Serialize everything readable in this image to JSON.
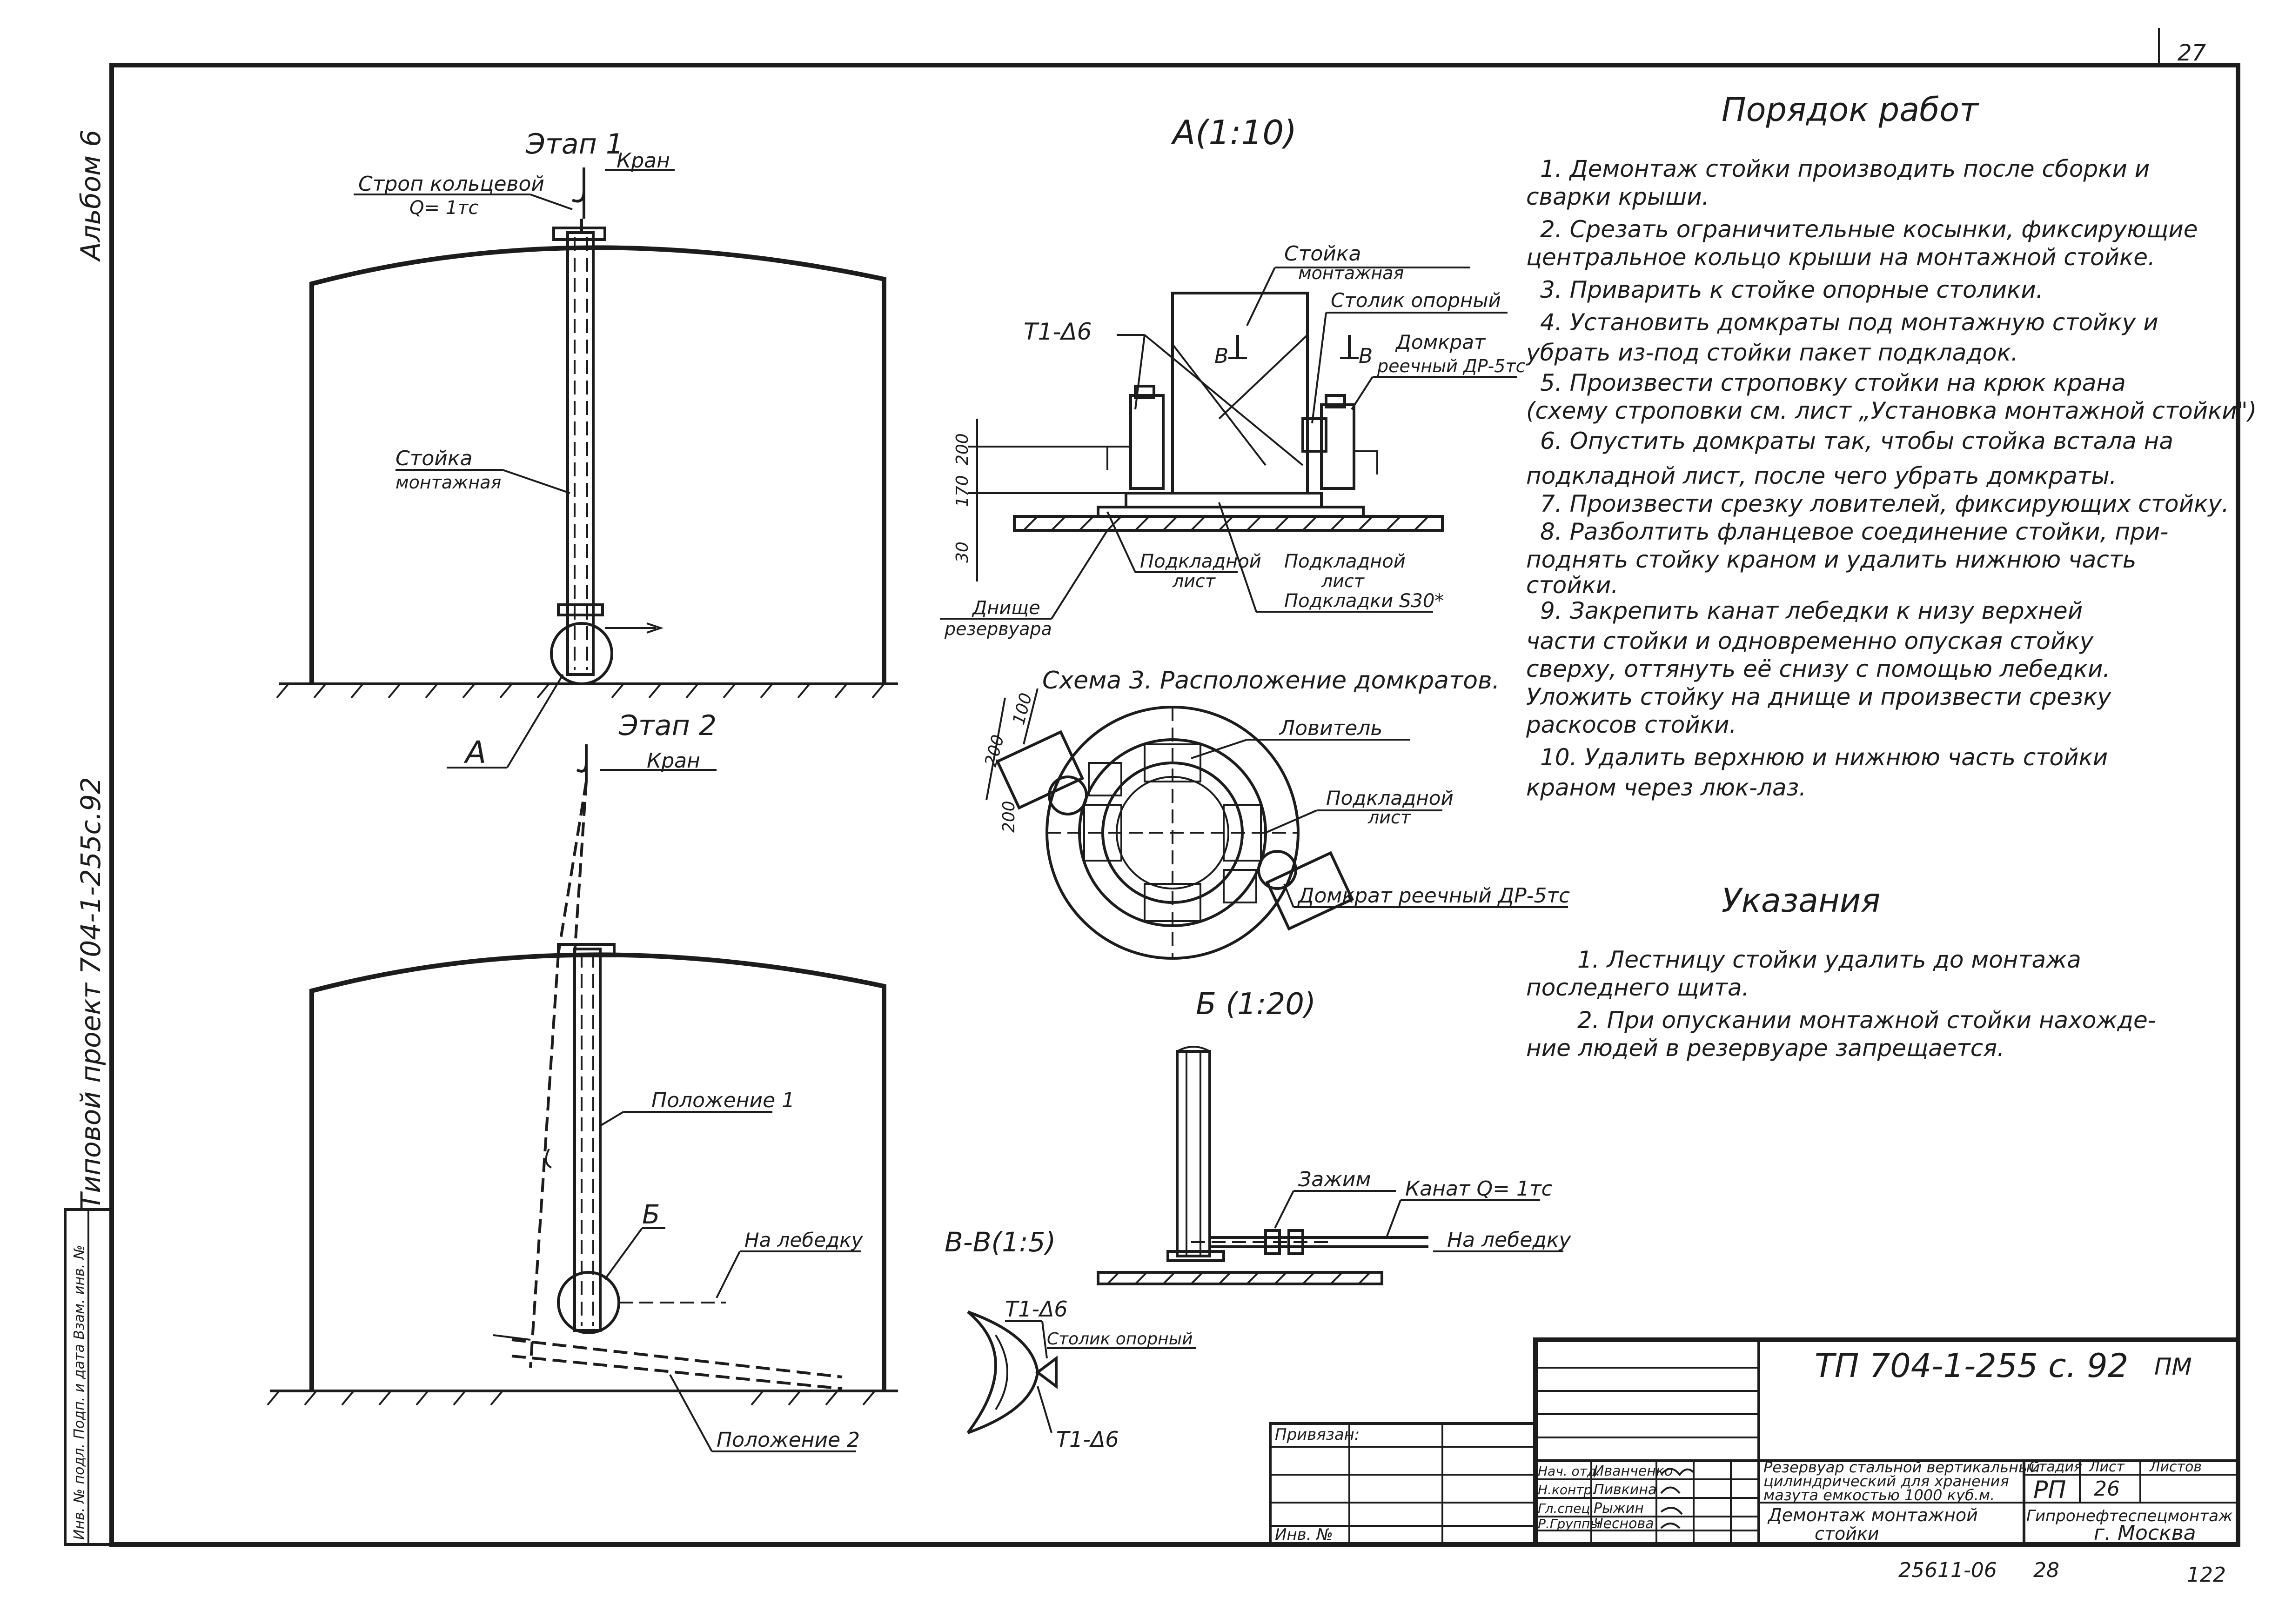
{
  "sheet": {
    "page_number_top": "27",
    "page_number_bottom": "122",
    "album": "Альбом 6",
    "project": "Типовой проект 704-1-255с.92",
    "stamp_left": "Инв. № подл.   Подп. и дата   Взам. инв. №"
  },
  "stage1": {
    "title": "Этап 1",
    "crane": "Кран",
    "sling": "Строп кольцевой",
    "sling_q": "Q= 1тс",
    "column": "Стойка",
    "column2": "монтажная",
    "callout_a": "А"
  },
  "stage2": {
    "title": "Этап 2",
    "crane": "Кран",
    "position1": "Положение 1",
    "position2": "Положение 2",
    "callout_b": "Б",
    "to_winch": "На лебедку"
  },
  "detail_a": {
    "title": "А(1:10)",
    "column": "Стойка",
    "column2": "монтажная",
    "support_post": "Столик опорный",
    "jack": "Домкрат",
    "jack2": "реечный ДР-5тс",
    "weld": "Т1-Δ6",
    "section": "В",
    "base_plate": "Подкладной",
    "base_plate2": "лист",
    "base_plate_r": "Подкладной",
    "base_plate_r2": "лист",
    "shims": "Подкладки S30*",
    "bottom": "Днище",
    "bottom2": "резервуара",
    "dim_170": "170",
    "dim_200": "200",
    "dim_30": "30"
  },
  "scheme3": {
    "title": "Схема 3. Расположение домкратов.",
    "catcher": "Ловитель",
    "base_plate": "Подкладной",
    "base_plate2": "лист",
    "jack": "Домкрат реечный ДР-5тс",
    "dim_200a": "200",
    "dim_100": "100",
    "dim_200b": "200"
  },
  "detail_b": {
    "title": "Б (1:20)",
    "clamp": "Зажим",
    "rope": "Канат Q= 1тс",
    "to_winch": "На лебедку"
  },
  "section_bb": {
    "title": "В-В(1:5)",
    "weld_top": "Т1-Δ6",
    "support_post": "Столик опорный",
    "weld_bottom": "Т1-Δ6"
  },
  "procedure": {
    "title": "Порядок работ",
    "lines": [
      "1. Демонтаж стойки производить после сборки и",
      "сварки крыши.",
      "2. Срезать ограничительные косынки, фиксирующие",
      "центральное кольцо крыши на монтажной стойке.",
      "3. Приварить к стойке опорные столики.",
      "4. Установить домкраты под монтажную стойку и",
      "убрать из-под стойки пакет подкладок.",
      "5. Произвести строповку стойки на крюк крана",
      "(схему строповки см. лист „Установка монтажной стойки\")",
      "6. Опустить домкраты так, чтобы стойка встала на",
      "подкладной лист, после чего убрать домкраты.",
      "7. Произвести срезку ловителей, фиксирующих стойку.",
      "8. Разболтить фланцевое соединение стойки, при-",
      "поднять стойку краном и удалить нижнюю часть",
      "стойки.",
      "9. Закрепить канат лебедки к низу верхней",
      "части стойки и одновременно опуская стойку",
      "сверху, оттянуть её снизу с помощью лебедки.",
      "Уложить стойку на днище и произвести срезку",
      "раскосов стойки.",
      "10. Удалить верхнюю и нижнюю часть стойки",
      "краном через люк-лаз."
    ]
  },
  "instructions": {
    "title": "Указания",
    "lines": [
      "1. Лестницу стойки удалить до монтажа",
      "последнего щита.",
      "2. При опускании монтажной стойки нахожде-",
      "ние людей в резервуаре запрещается."
    ]
  },
  "title_block": {
    "code": "ТП 704-1-255 с. 92",
    "mark": "ПМ",
    "tied": "Привязан:",
    "description": "Резервуар стальной вертикальный цилиндрический для хранения мазута емкостью 1000 куб.м.",
    "description_l1": "Резервуар стальной вертикальный",
    "description_l2": "цилиндрический для хранения",
    "description_l3": "мазута емкостью 1000 куб.м.",
    "sheet_name_l1": "Демонтаж монтажной",
    "sheet_name_l2": "стойки",
    "stage_label": "Стадия",
    "stage": "РП",
    "sheet_label": "Лист",
    "sheet": "26",
    "sheets_label": "Листов",
    "org": "Гипронефтеспецмонтаж",
    "city": "г. Москва",
    "inv": "Инв. №",
    "roles": [
      "Нач. отд.",
      "Н.контр.",
      "Гл.спец.",
      "Р.Группы"
    ],
    "names": [
      "Иванченко",
      "Пивкина",
      "Рыжин",
      "Чеснова"
    ],
    "archive": "25611-06",
    "archive_sheet": "28"
  }
}
